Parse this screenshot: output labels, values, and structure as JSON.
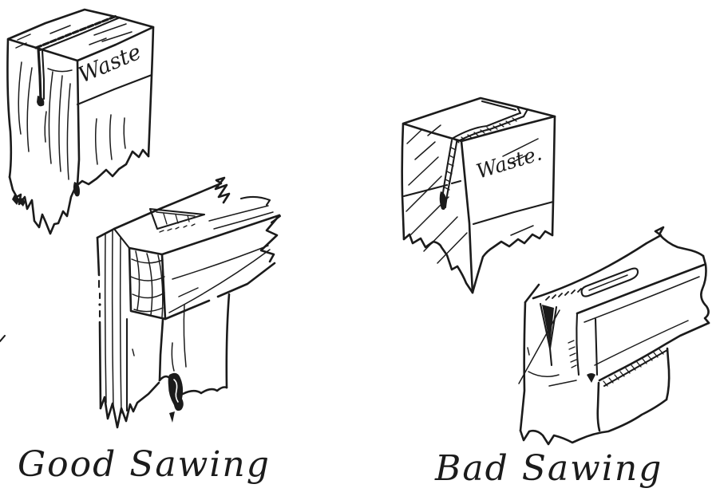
{
  "diagram": {
    "ink_color": "#1b1b1b",
    "background_color": "#ffffff",
    "left_panel": {
      "caption": "Good Sawing",
      "block_label": "Waste"
    },
    "right_panel": {
      "caption": "Bad Sawing",
      "block_label": "Waste."
    }
  }
}
